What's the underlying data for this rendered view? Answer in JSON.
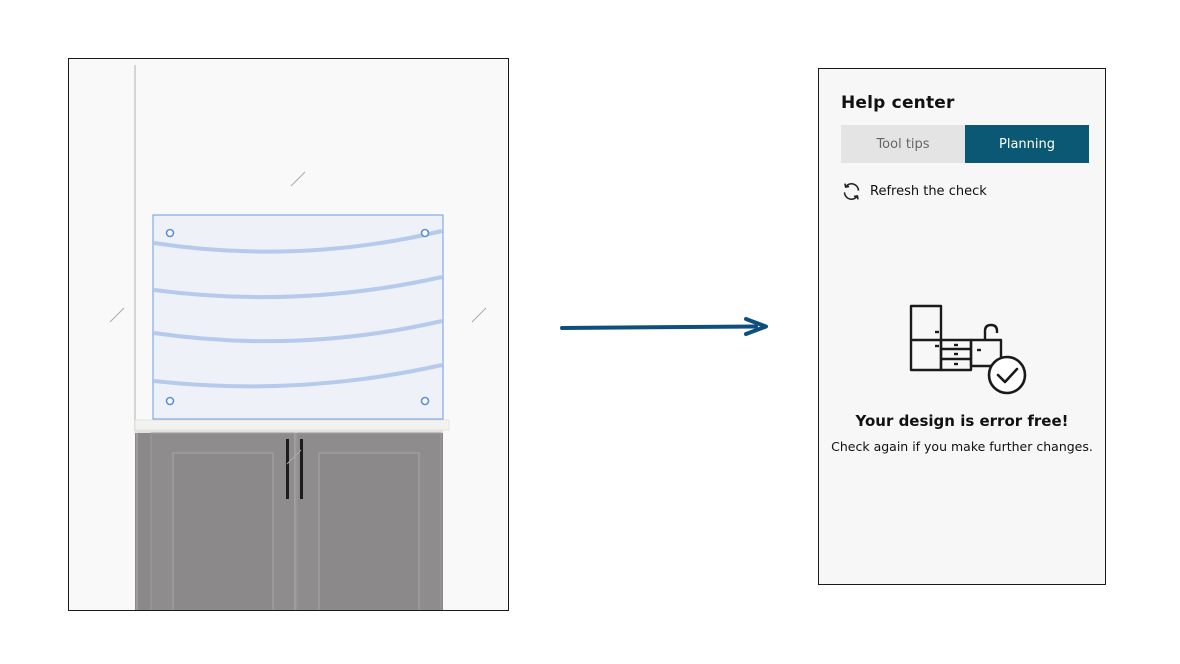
{
  "help_center": {
    "title": "Help center",
    "tabs": [
      {
        "label": "Tool tips",
        "active": false
      },
      {
        "label": "Planning",
        "active": true
      }
    ],
    "refresh_label": "Refresh the check",
    "refresh_icon": "refresh-icon",
    "status_title": "Your design is error free!",
    "status_subtitle": "Check again if you make further changes."
  },
  "colors": {
    "accent": "#0b5874",
    "arrow": "#0e4f7d",
    "selection": "#6a9be0",
    "cabinet": "#8a8888"
  },
  "icons": {
    "illustration": "kitchen-check-icon",
    "arrow": "right-arrow-icon"
  }
}
